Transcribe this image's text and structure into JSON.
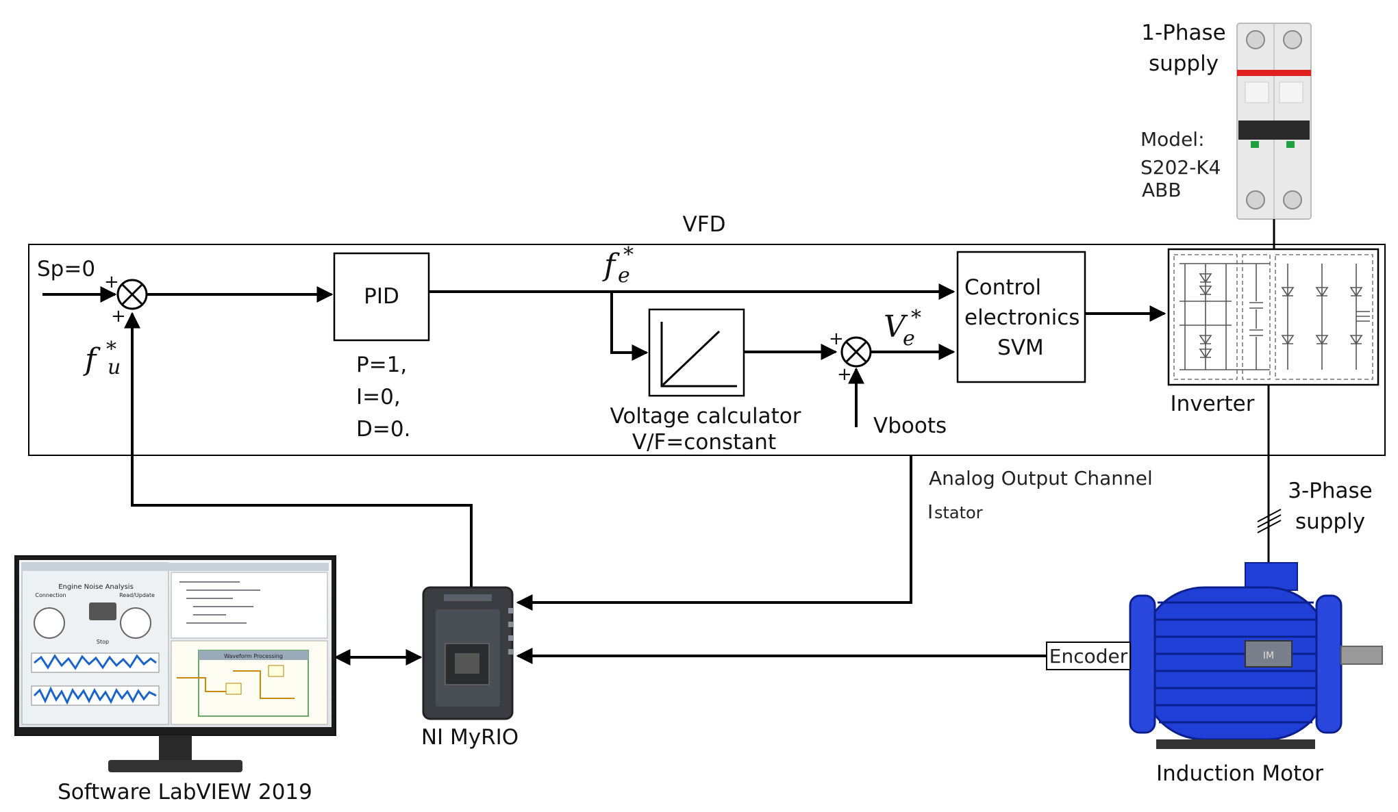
{
  "labels": {
    "vfd": "VFD",
    "setpoint": "Sp=0",
    "pid": "PID",
    "pid_p": "P=1,",
    "pid_i": "I=0,",
    "pid_d": "D=0.",
    "fe_symbol": "f",
    "fe_sub": "e",
    "fu_symbol": "f",
    "fu_sub": "u",
    "ve_symbol": "V",
    "ve_sub": "e",
    "star": "*",
    "plus": "+",
    "voltage_calc_line1": "Voltage calculator",
    "voltage_calc_line2": "V/F=constant",
    "vboots": "Vboots",
    "control_line1": "Control",
    "control_line2": "electronics",
    "control_line3": "SVM",
    "inverter": "Inverter",
    "supply_1ph_line1": "1-Phase",
    "supply_1ph_line2": "supply",
    "model_line1": "Model:",
    "model_line2": "S202-K4",
    "model_line3": "ABB",
    "analog_output": "Analog Output Channel",
    "istator_main": "I",
    "istator_sub": "stator",
    "supply_3ph_line1": "3-Phase",
    "supply_3ph_line2": "supply",
    "encoder": "Encoder",
    "motor_badge": "IM",
    "induction_motor": "Induction Motor",
    "myrio": "NI MyRIO",
    "software": "Software LabVIEW 2019",
    "screen_title": "Engine Noise Analysis",
    "screen_btn_left": "Connection",
    "screen_btn_right": "Read/Update",
    "screen_stop": "Stop",
    "screen_block_title": "Waveform Processing"
  },
  "colors": {
    "motor_blue": "#1f3fd6",
    "motor_dark": "#0b1f8f",
    "breaker_red": "#e02020",
    "breaker_green": "#20a040",
    "labview_wave": "#1a64c8",
    "myrio_body": "#3a3d42"
  }
}
